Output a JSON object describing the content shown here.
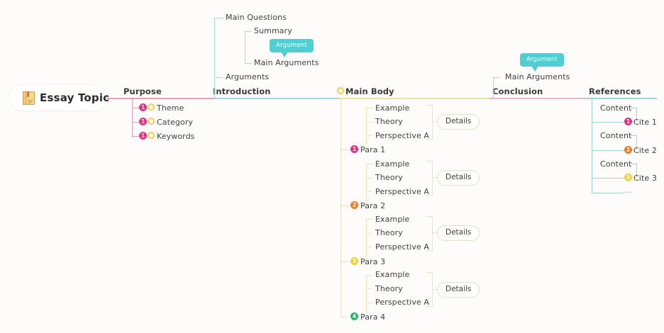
{
  "diagram": {
    "title": "Essay Topic",
    "root": {
      "label": "Essay Topic",
      "icon": "book-icon"
    },
    "colors": {
      "purpose": "#e8a0b4",
      "introduction": "#a9d4e3",
      "main_body": "#f0e0a8",
      "conclusion": "#e0b8d4",
      "references": "#9ed3d8",
      "badge_pink": "#e6317f",
      "badge_orange": "#f07c22",
      "badge_yellow": "#f4cf3d",
      "badge_green": "#2db46b",
      "bubble_teal": "#4ecfd4",
      "ring_yellow": "#f6cf4e"
    },
    "stages": [
      {
        "id": "purpose",
        "label": "Purpose",
        "color": "#e8a0b4",
        "items": [
          {
            "label": "Theme",
            "badge": "1",
            "badge_color": "#e6317f",
            "has_ring": true
          },
          {
            "label": "Category",
            "badge": "1",
            "badge_color": "#e6317f",
            "has_ring": true
          },
          {
            "label": "Keywords",
            "badge": "1",
            "badge_color": "#e6317f",
            "has_ring": true
          }
        ]
      },
      {
        "id": "introduction",
        "label": "Introduction",
        "color": "#a9d4e3",
        "items": [
          {
            "label": "Main Questions"
          },
          {
            "label": "Arguments"
          }
        ],
        "sub_items": [
          {
            "label": "Summary"
          },
          {
            "label": "Main Arguments",
            "callout": "Argument"
          }
        ]
      },
      {
        "id": "main_body",
        "label": "Main Body",
        "color": "#f0e0a8",
        "has_ring_icon": true,
        "paragraphs": [
          {
            "label": "Para 1",
            "badge": "1",
            "badge_color": "#e6317f",
            "details_label": "Details",
            "details": [
              "Example",
              "Theory",
              "Perspective A"
            ]
          },
          {
            "label": "Para 2",
            "badge": "2",
            "badge_color": "#f07c22",
            "details_label": "Details",
            "details": [
              "Example",
              "Theory",
              "Perspective A"
            ]
          },
          {
            "label": "Para 3",
            "badge": "3",
            "badge_color": "#f4cf3d",
            "details_label": "Details",
            "details": [
              "Example",
              "Theory",
              "Perspective A"
            ]
          },
          {
            "label": "Para 4",
            "badge": "4",
            "badge_color": "#2db46b",
            "details_label": "Details",
            "details": [
              "Example",
              "Theory",
              "Perspective A"
            ]
          }
        ]
      },
      {
        "id": "conclusion",
        "label": "Conclusion",
        "color": "#e0b8d4",
        "items": [
          {
            "label": "Main Arguments",
            "callout": "Argument"
          }
        ]
      },
      {
        "id": "references",
        "label": "References",
        "color": "#9ed3d8",
        "citations": [
          {
            "content": "Content",
            "label": "Cite 1",
            "badge": "1",
            "badge_color": "#e6317f"
          },
          {
            "content": "Content",
            "label": "Cite 2",
            "badge": "2",
            "badge_color": "#f07c22"
          },
          {
            "content": "Content",
            "label": "Cite 3",
            "badge": "3",
            "badge_color": "#f4cf3d"
          }
        ],
        "more_indicator": "..."
      }
    ]
  }
}
